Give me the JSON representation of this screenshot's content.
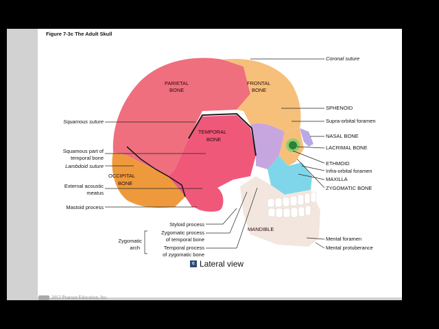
{
  "figure_title": "Figure 7-3c  The Adult Skull",
  "bones": {
    "parietal": [
      "PARIETAL",
      "BONE"
    ],
    "frontal": [
      "FRONTAL",
      "BONE"
    ],
    "temporal": [
      "TEMPORAL",
      "BONE"
    ],
    "occipital": [
      "OCCIPITAL",
      "BONE"
    ],
    "mandible": "MANDIBLE"
  },
  "labels_right": {
    "coronal_suture": "Coronal suture",
    "sphenoid": "SPHENOID",
    "supra_orbital_foramen": "Supra-orbital foramen",
    "nasal_bone": "NASAL BONE",
    "lacrimal_bone": "LACRIMAL BONE",
    "ethmoid": "ETHMOID",
    "infra_orbital_foramen": "Infra-orbital foramen",
    "maxilla": "MAXILLA",
    "zygomatic_bone": "ZYGOMATIC BONE",
    "mental_foramen": "Mental foramen",
    "mental_protuberance": "Mental protuberance"
  },
  "labels_left": {
    "squamous_suture": "Squamous suture",
    "squamous_part": [
      "Squamous part of",
      "temporal bone"
    ],
    "lambdoid_suture": "Lambdoid suture",
    "external_acoustic": [
      "External acoustic",
      "meatus"
    ],
    "mastoid_process": "Mastoid process"
  },
  "labels_bottom": {
    "styloid_process": "Styloid process",
    "zygomatic_process": [
      "Zygomatic process",
      "of temporal bone"
    ],
    "temporal_process": [
      "Temporal process",
      "of zygomatic bone"
    ],
    "zygomatic_arch": [
      "Zygomatic",
      "arch"
    ]
  },
  "view_badge": "c",
  "view_caption": "Lateral view",
  "copyright": "2012 Pearson Education, Inc.",
  "colors": {
    "parietal": "#ef6f7e",
    "frontal": "#f6c07a",
    "temporal": "#f0587a",
    "occipital": "#ee9a3c",
    "sphenoid": "#c7a6e0",
    "maxilla": "#7fd6ea",
    "mandible": "#f3e6df",
    "nasal": "#b9a9e6",
    "lacrimal": "#8fcf6a"
  }
}
